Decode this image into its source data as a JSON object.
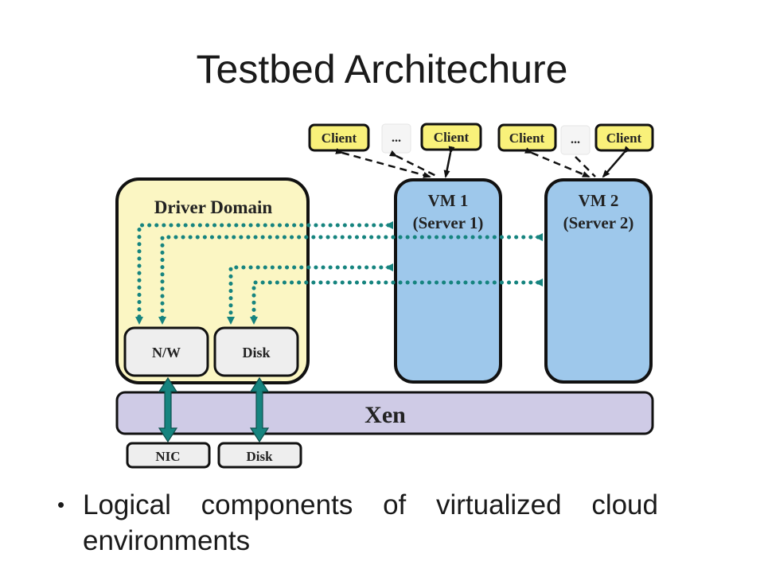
{
  "slide": {
    "title": "Testbed Architechure",
    "bullet": "Logical components of virtualized cloud environments"
  },
  "diagram": {
    "clients_left": [
      "Client",
      "...",
      "Client"
    ],
    "clients_right": [
      "Client",
      "...",
      "Client"
    ],
    "driver_domain": {
      "title": "Driver Domain",
      "nw_label": "N/W",
      "disk_label": "Disk"
    },
    "vm1": {
      "line1": "VM 1",
      "line2": "(Server 1)"
    },
    "vm2": {
      "line1": "VM 2",
      "line2": "(Server 2)"
    },
    "hypervisor": "Xen",
    "hardware": {
      "nic": "NIC",
      "disk": "Disk"
    },
    "colors": {
      "driver_domain_fill": "#fbf6c3",
      "vm_fill": "#9ec8eb",
      "client_fill": "#f9f17a",
      "xen_fill": "#cfcbe6",
      "arrow_teal": "#16847f",
      "box_fill": "#eeeeee"
    }
  }
}
